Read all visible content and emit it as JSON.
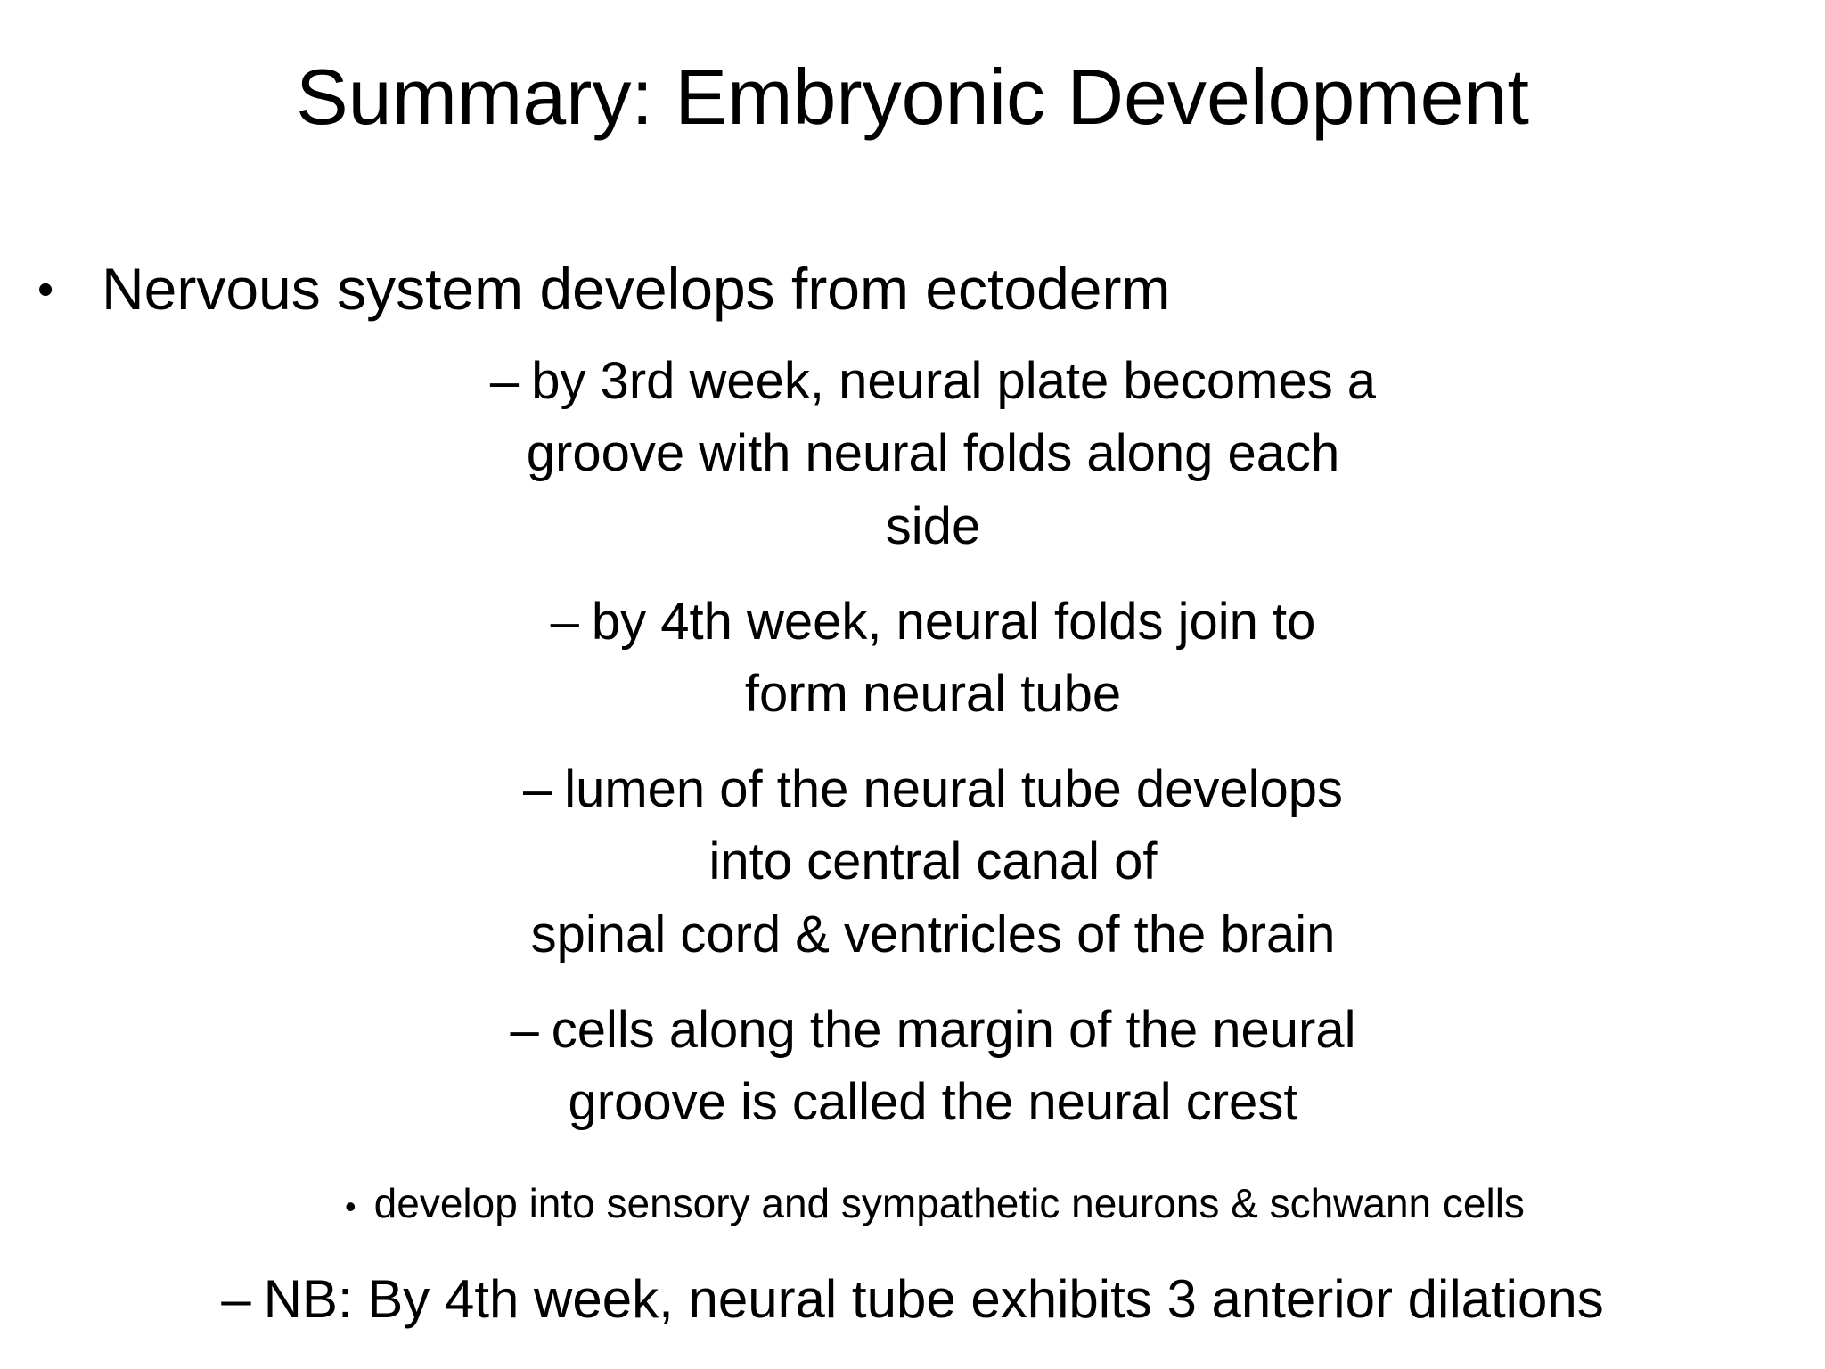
{
  "slide": {
    "title": "Summary: Embryonic Development",
    "bullet_char": "•",
    "dash_char": "–",
    "main_bullet": "Nervous system develops from ectoderm",
    "sub_bullets": [
      {
        "lines": [
          "by 3rd week, neural plate becomes a",
          "groove with neural folds along each",
          "side"
        ]
      },
      {
        "lines": [
          "by 4th week, neural folds join to",
          "form neural tube"
        ]
      },
      {
        "lines": [
          "lumen of the neural tube develops",
          "into central canal of",
          "spinal cord & ventricles of the brain"
        ]
      },
      {
        "lines": [
          "cells along the margin of the neural",
          "groove is called the neural crest"
        ]
      }
    ],
    "sub_sub_bullet": "develop into sensory and sympathetic neurons & schwann cells",
    "note_bullet": "NB: By 4th week, neural tube exhibits 3 anterior dilations",
    "colors": {
      "background": "#ffffff",
      "text": "#000000"
    }
  }
}
